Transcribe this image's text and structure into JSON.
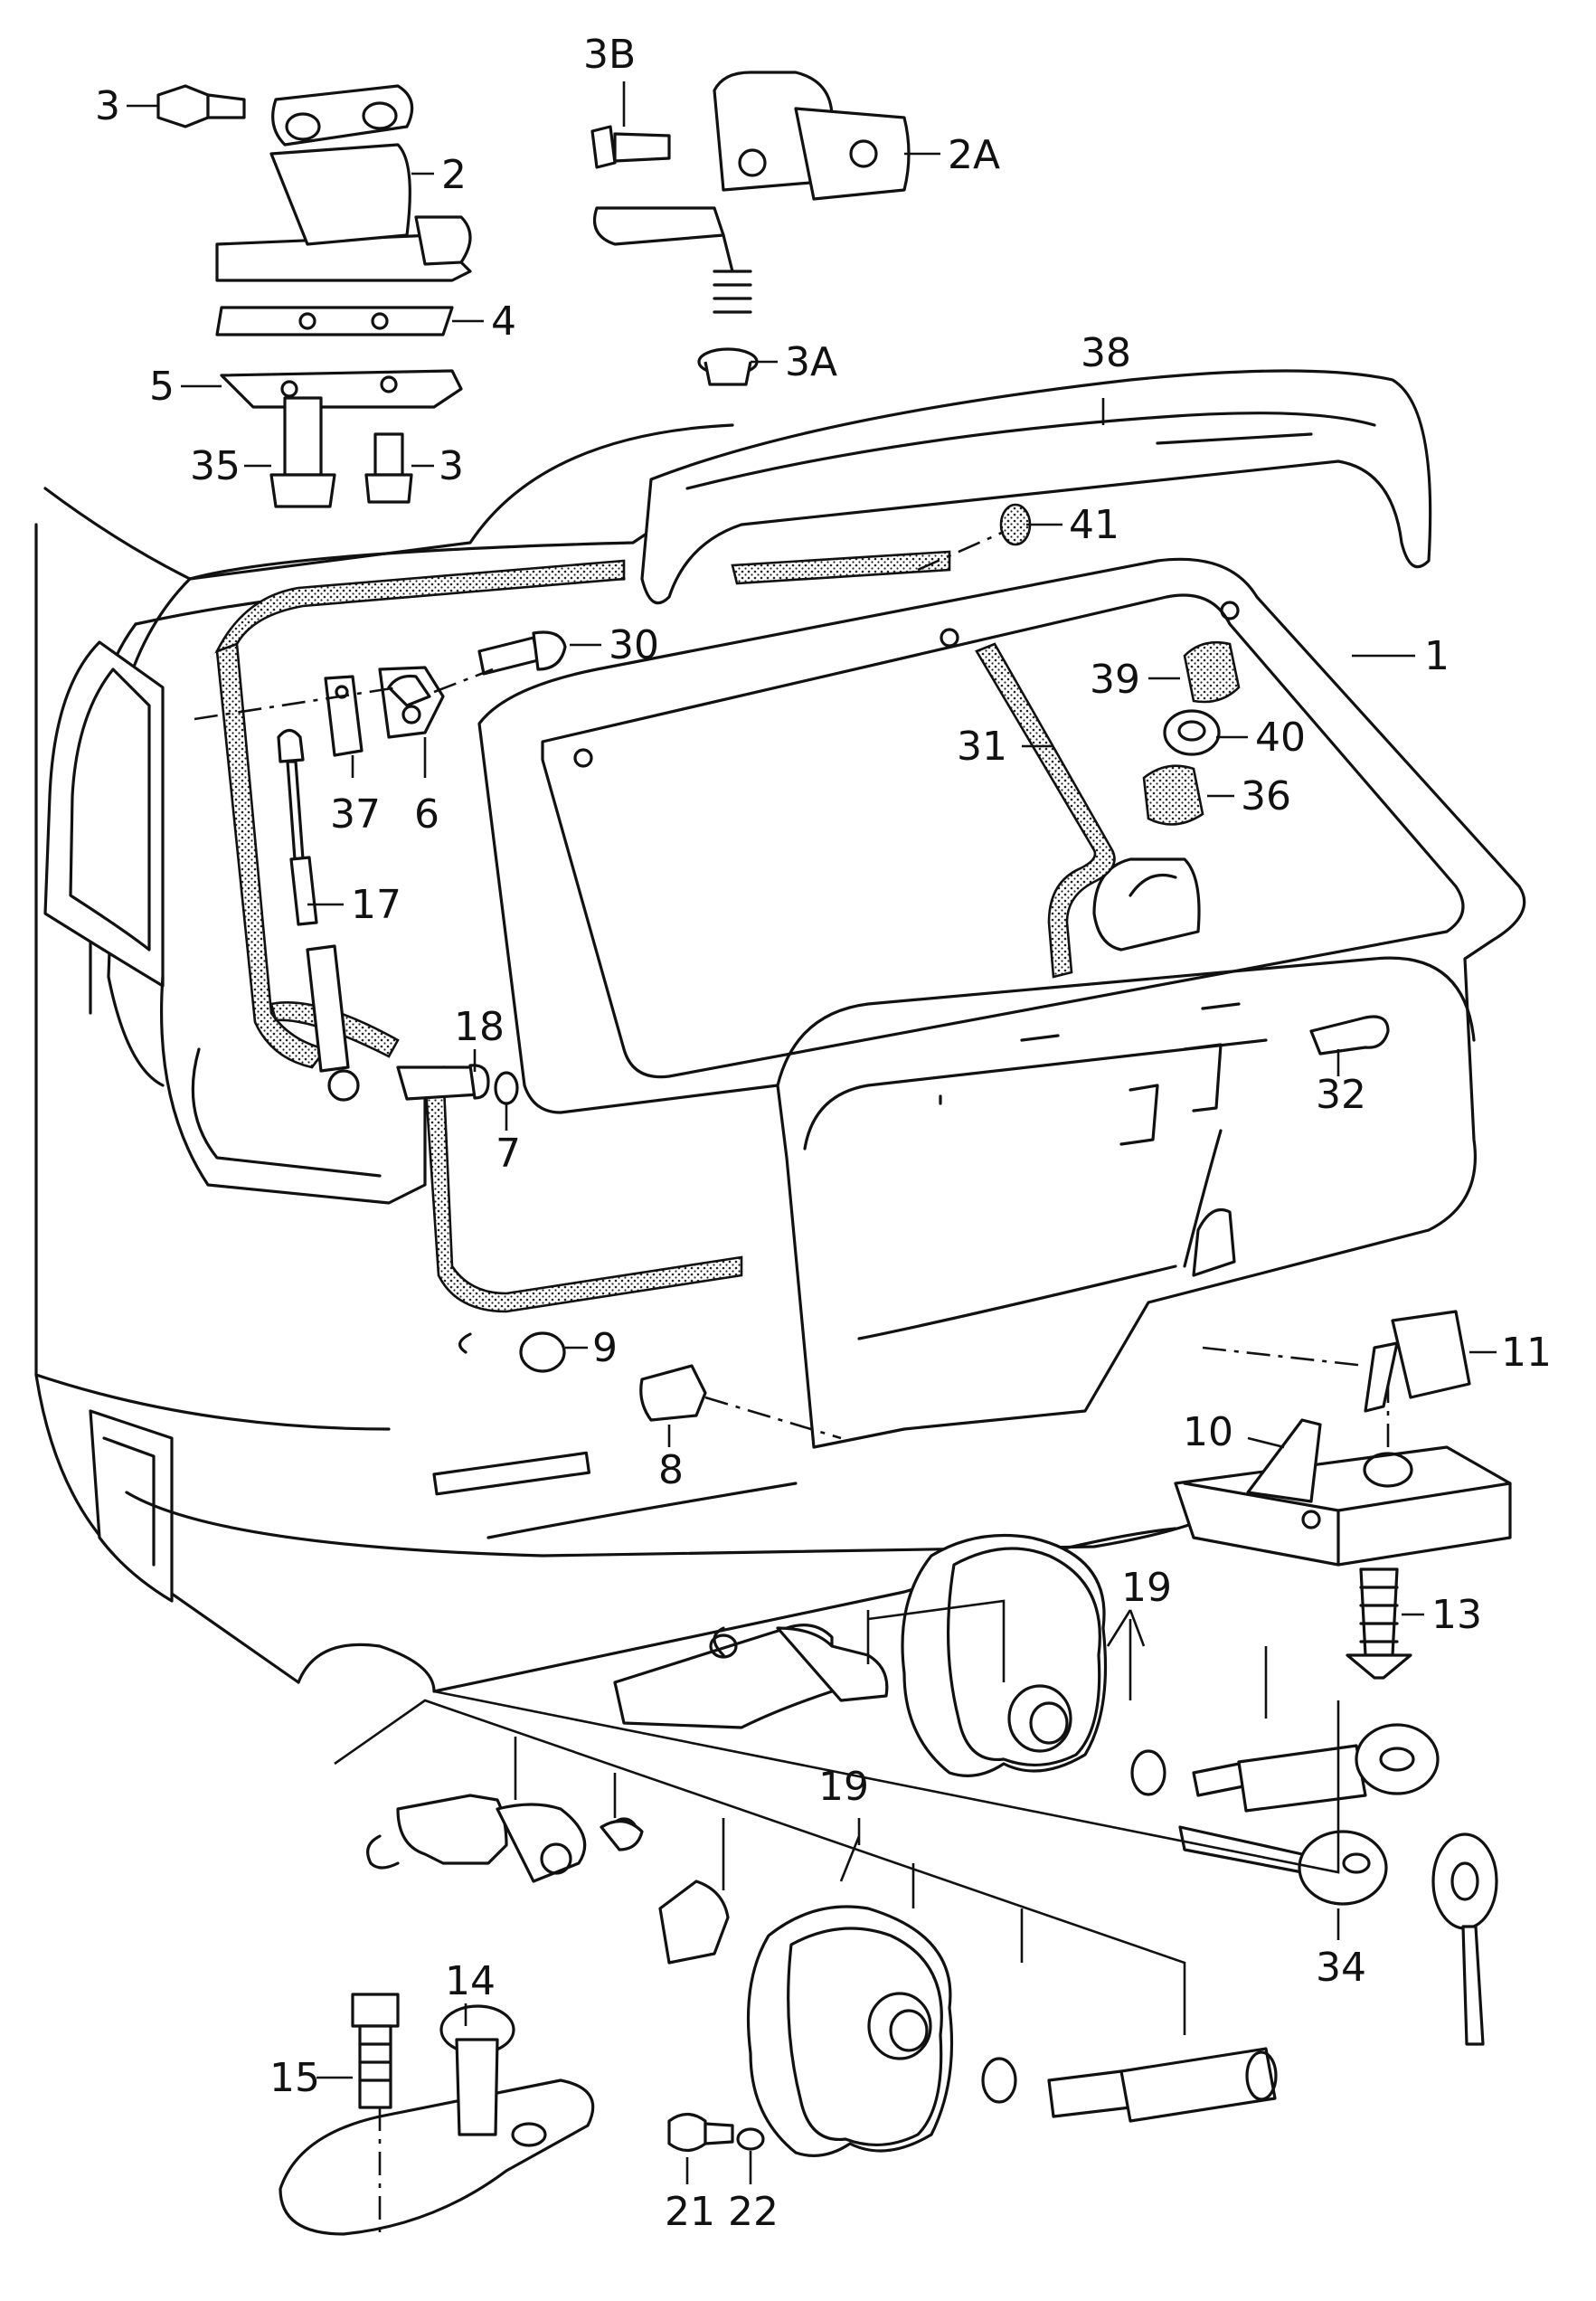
{
  "diagram": {
    "part_numbers": {
      "p1": "1",
      "p2": "2",
      "p2A": "2A",
      "p3a": "3",
      "p3b": "3",
      "p3A": "3A",
      "p3B": "3B",
      "p4": "4",
      "p5": "5",
      "p6": "6",
      "p7": "7",
      "p8": "8",
      "p9": "9",
      "p10": "10",
      "p11": "11",
      "p13": "13",
      "p14": "14",
      "p15": "15",
      "p17": "17",
      "p18": "18",
      "p19a": "19",
      "p19b": "19",
      "p21": "21",
      "p22": "22",
      "p30": "30",
      "p31": "31",
      "p32": "32",
      "p34": "34",
      "p35": "35",
      "p36": "36",
      "p37": "37",
      "p38": "38",
      "p39": "39",
      "p40": "40",
      "p41": "41"
    }
  }
}
